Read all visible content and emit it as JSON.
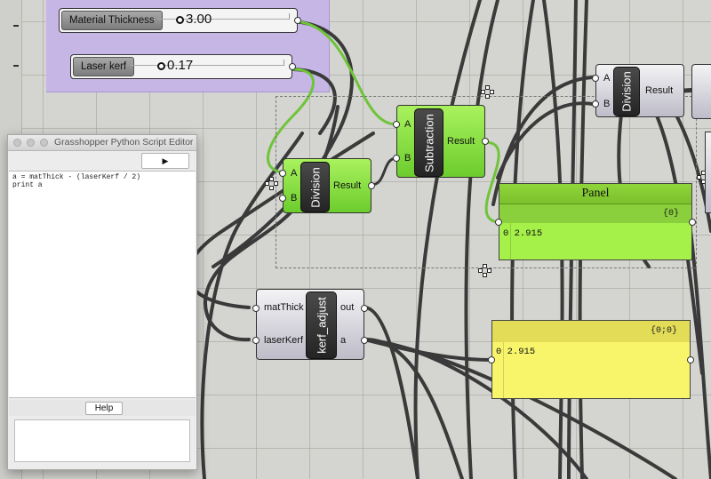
{
  "sliders": {
    "material_thickness": {
      "label": "Material Thickness",
      "value": "3.00"
    },
    "laser_kerf": {
      "label": "Laser kerf",
      "value": "0.17"
    }
  },
  "components": {
    "division_top": {
      "name": "Division",
      "inputs": [
        "A",
        "B"
      ],
      "output": "Result"
    },
    "division_left": {
      "name": "Division",
      "inputs": [
        "A",
        "B"
      ],
      "output": "Result"
    },
    "subtraction": {
      "name": "Subtraction",
      "inputs": [
        "A",
        "B"
      ],
      "output": "Result"
    },
    "kerf_adjust": {
      "name": "kerf_adjust",
      "inputs": [
        "matThick",
        "laserKerf"
      ],
      "outputs": [
        "out",
        "a"
      ]
    }
  },
  "panel_green": {
    "title": "Panel",
    "path": "{0}",
    "index": "0",
    "value": "2.915",
    "color": "#a6f04a"
  },
  "panel_yellow": {
    "path": "{0;0}",
    "index": "0",
    "value": "2.915",
    "color": "#f9f56a"
  },
  "editor": {
    "title": "Grasshopper Python Script Editor",
    "run_icon": "play-icon",
    "code_lines": [
      "a = matThick - (laserKerf / 2)",
      "print a"
    ],
    "help_label": "Help"
  },
  "colors": {
    "group": "#c6b6e6",
    "component_green": "#8ee043",
    "wire_green": "#6fc43a",
    "wire": "#3a3a3a"
  }
}
